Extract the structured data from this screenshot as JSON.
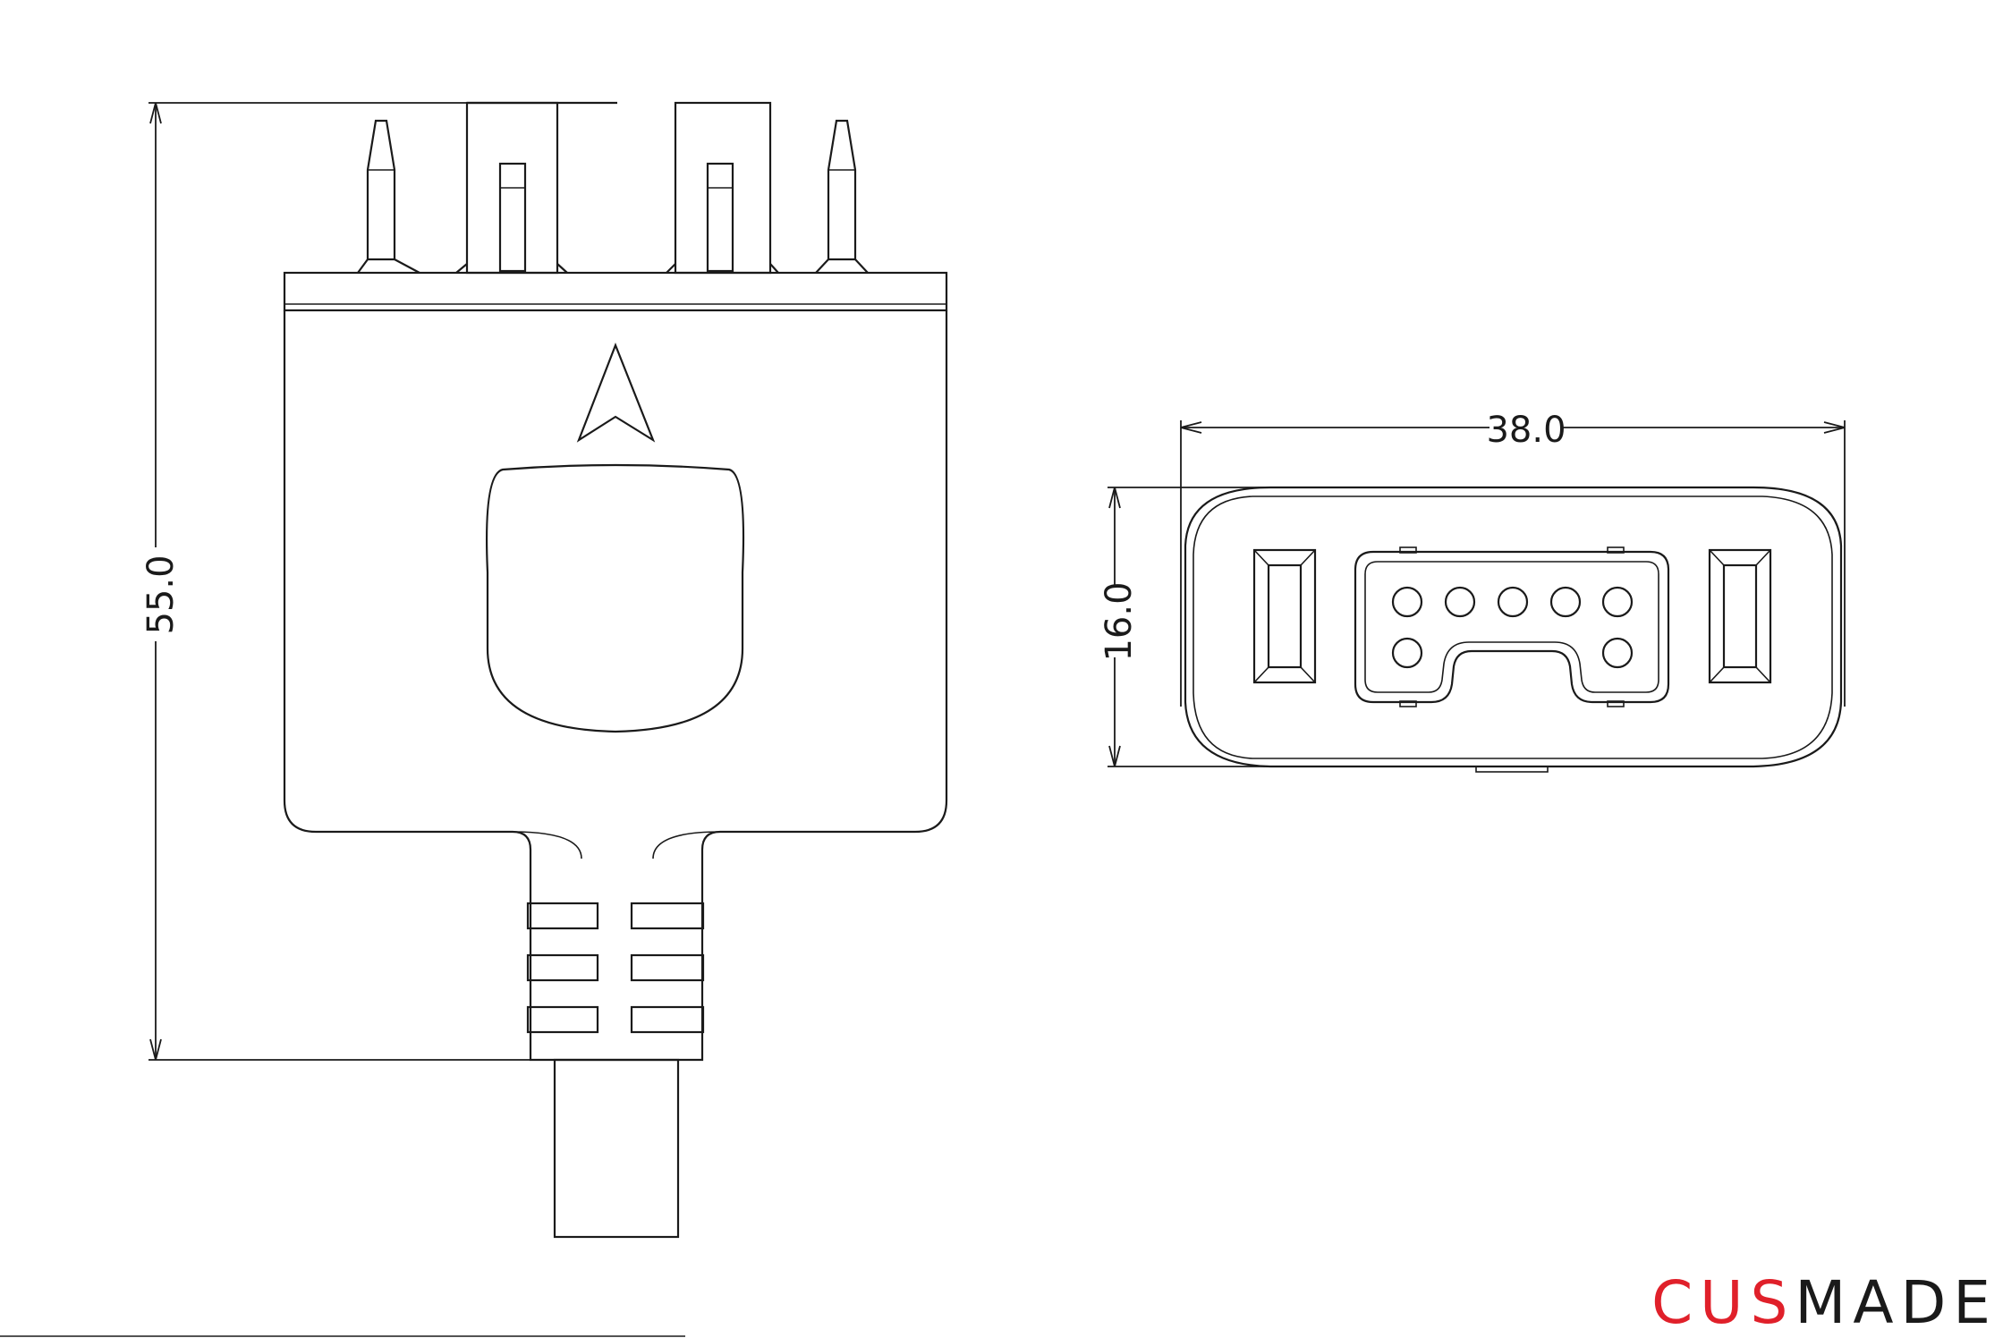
{
  "dimensions": {
    "height": "55.0",
    "width": "38.0",
    "depth": "16.0"
  },
  "logo": {
    "part1": "CUS",
    "part2": "MADE",
    "accent_color": "#e0202a"
  }
}
